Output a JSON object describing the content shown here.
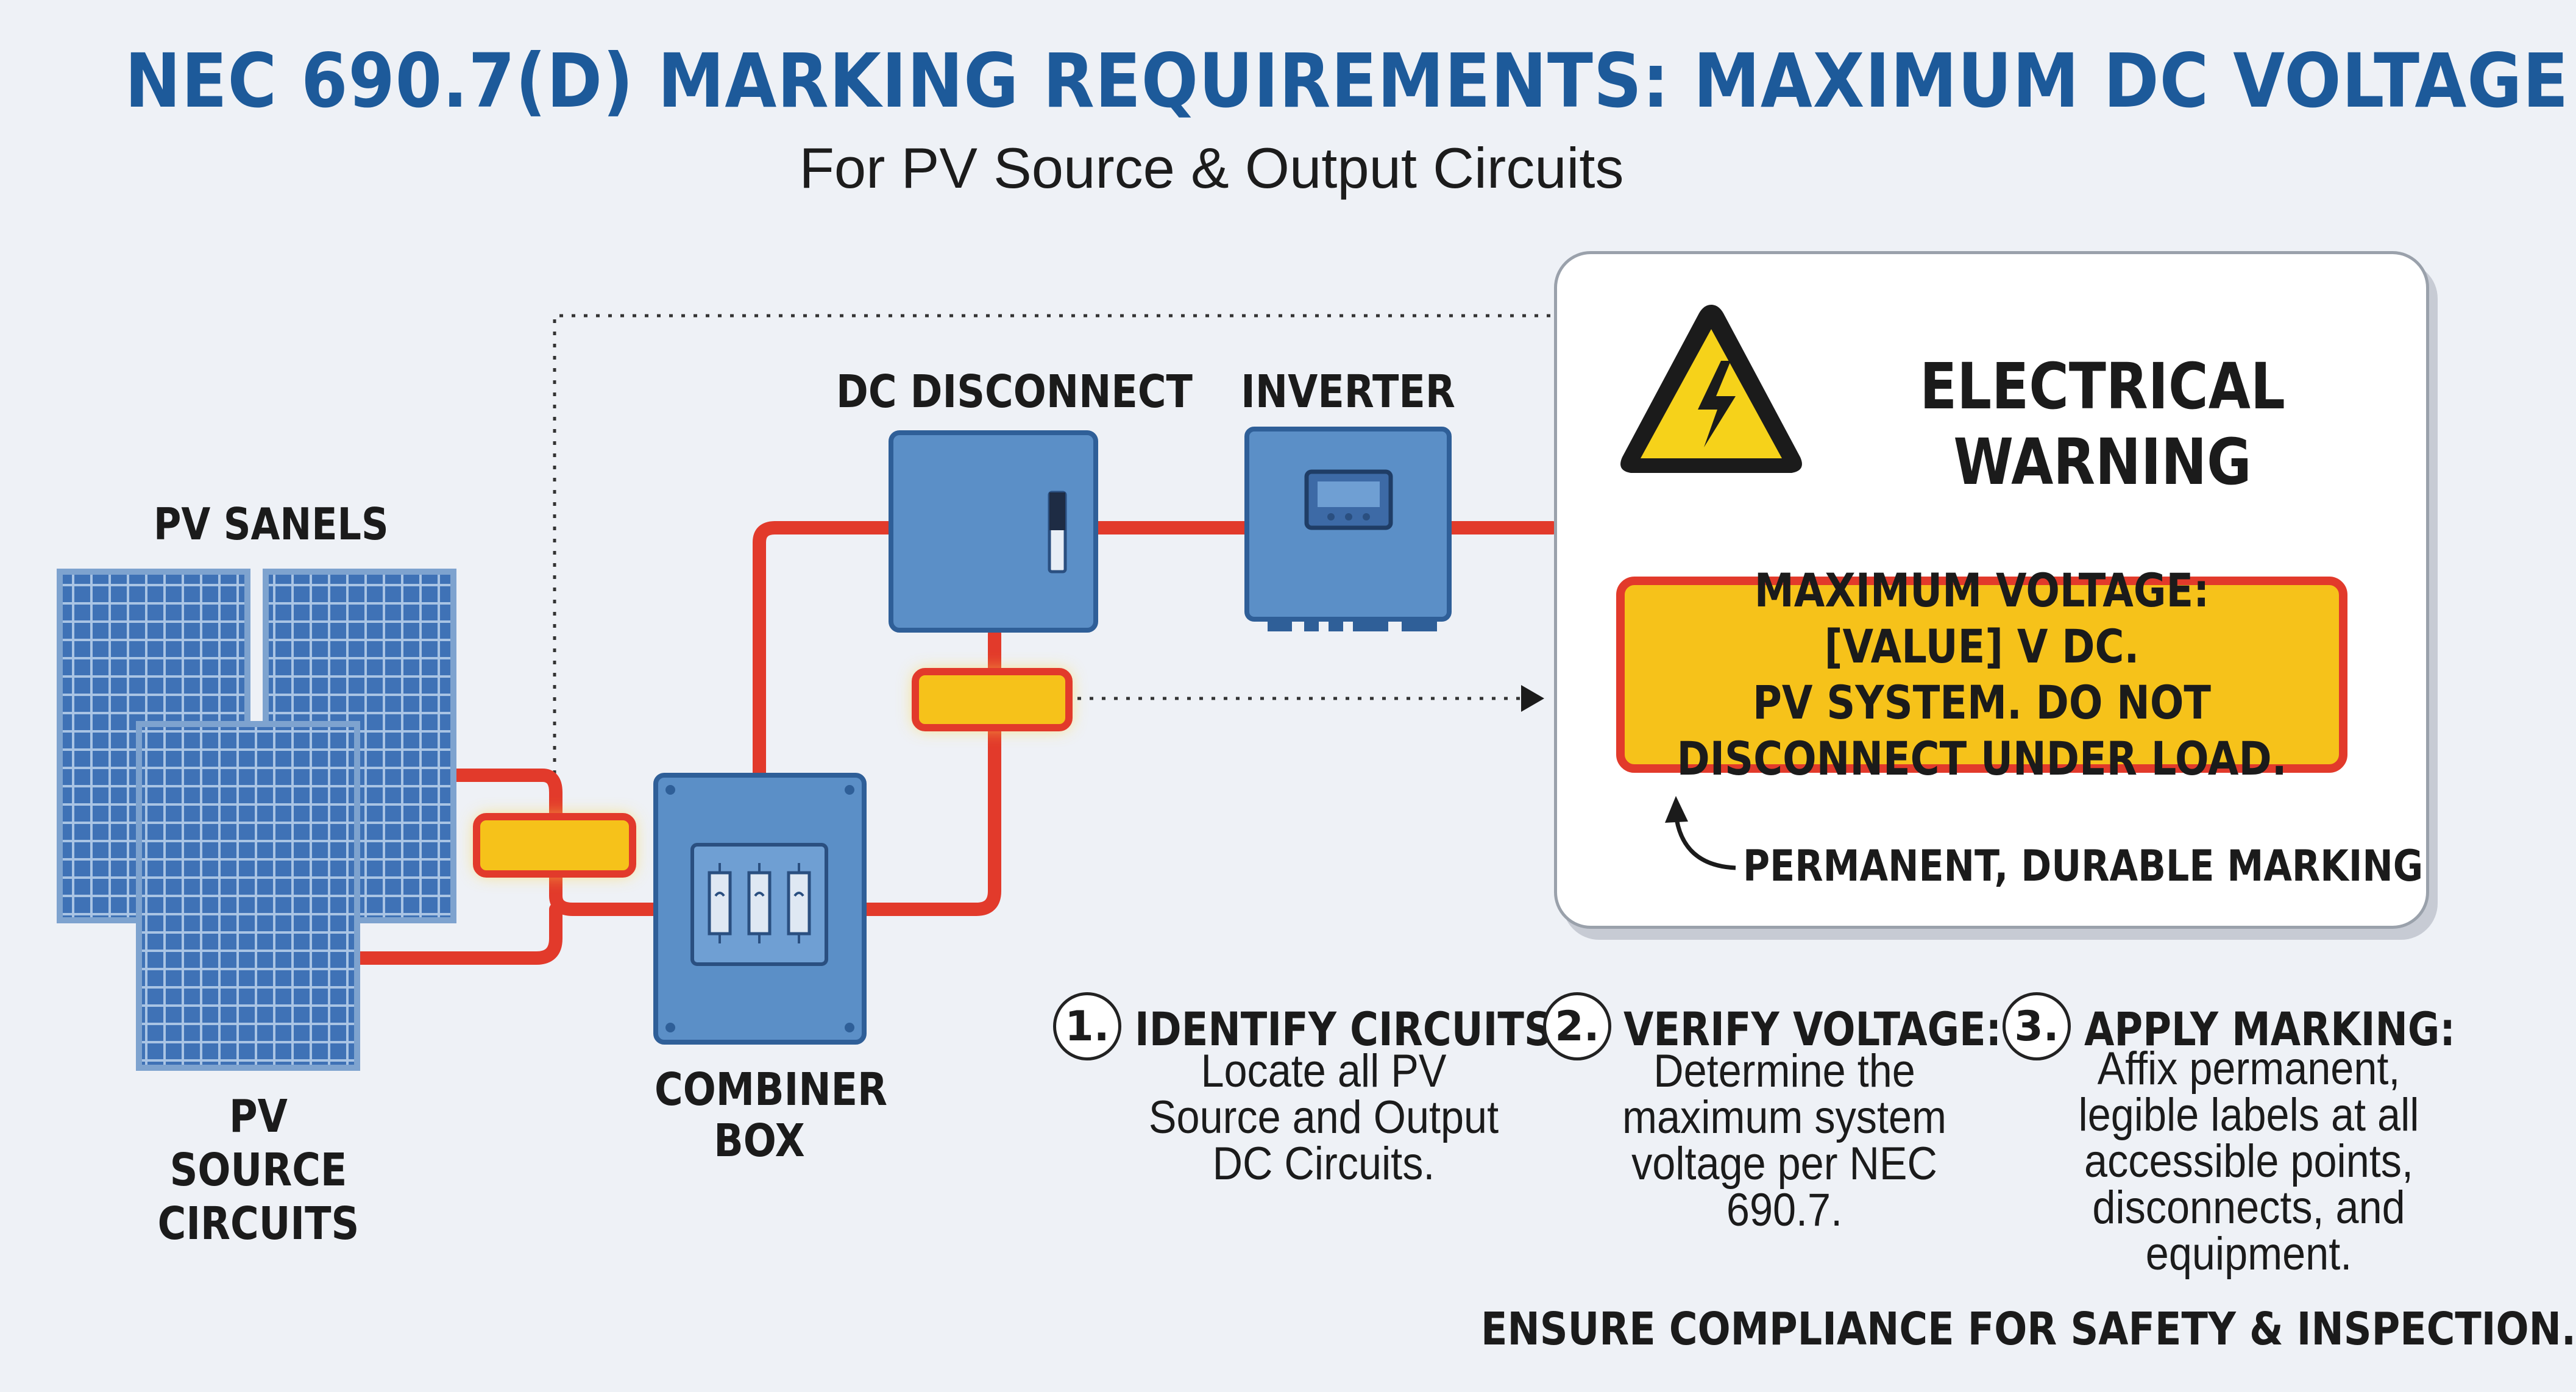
{
  "title": "NEC 690.7(D) MARKING REQUIREMENTS: MAXIMUM DC VOLTAGE",
  "subtitle": "For PV Source & Output Circuits",
  "components": {
    "pv_panels": "PV SANELS",
    "pv_source_circuits": "PV SOURCE\nCIRCUITS",
    "combiner_box": "COMBINER\nBOX",
    "dc_disconnect": "DC DISCONNECT",
    "inverter": "INVERTER"
  },
  "warning_card": {
    "heading": "ELECTRICAL\nWARNING",
    "label_text": "MAXIMUM VOLTAGE: [VALUE] V DC.\nPV SYSTEM. DO NOT\nDISCONNECT UNDER LOAD.",
    "marking_note": "PERMANENT, DURABLE MARKING"
  },
  "steps": [
    {
      "number": "1.",
      "title": "IDENTIFY CIRCUITS:",
      "body": "Locate all PV\nSource and Output\nDC Circuits."
    },
    {
      "number": "2.",
      "title": "VERIFY VOLTAGE:",
      "body": "Determine the\nmaximum system\nvoltage per NEC\n690.7."
    },
    {
      "number": "3.",
      "title": "APPLY MARKING:",
      "body": "Affix permanent,\nlegible labels at all\naccessible points,\ndisconnects, and\nequipment."
    }
  ],
  "footer": "ENSURE COMPLIANCE FOR SAFETY & INSPECTION.",
  "colors": {
    "title": "#1d5a9a",
    "wire": "#e23a2b",
    "equipment": "#5b8fc7",
    "label_fill": "#f6c21a",
    "label_border": "#e23a2b",
    "panel_cell": "#3d6fb4"
  },
  "icons": [
    "solar-panel-icon",
    "combiner-box-icon",
    "dc-disconnect-icon",
    "inverter-icon",
    "high-voltage-warning-icon",
    "curved-arrow-icon"
  ]
}
